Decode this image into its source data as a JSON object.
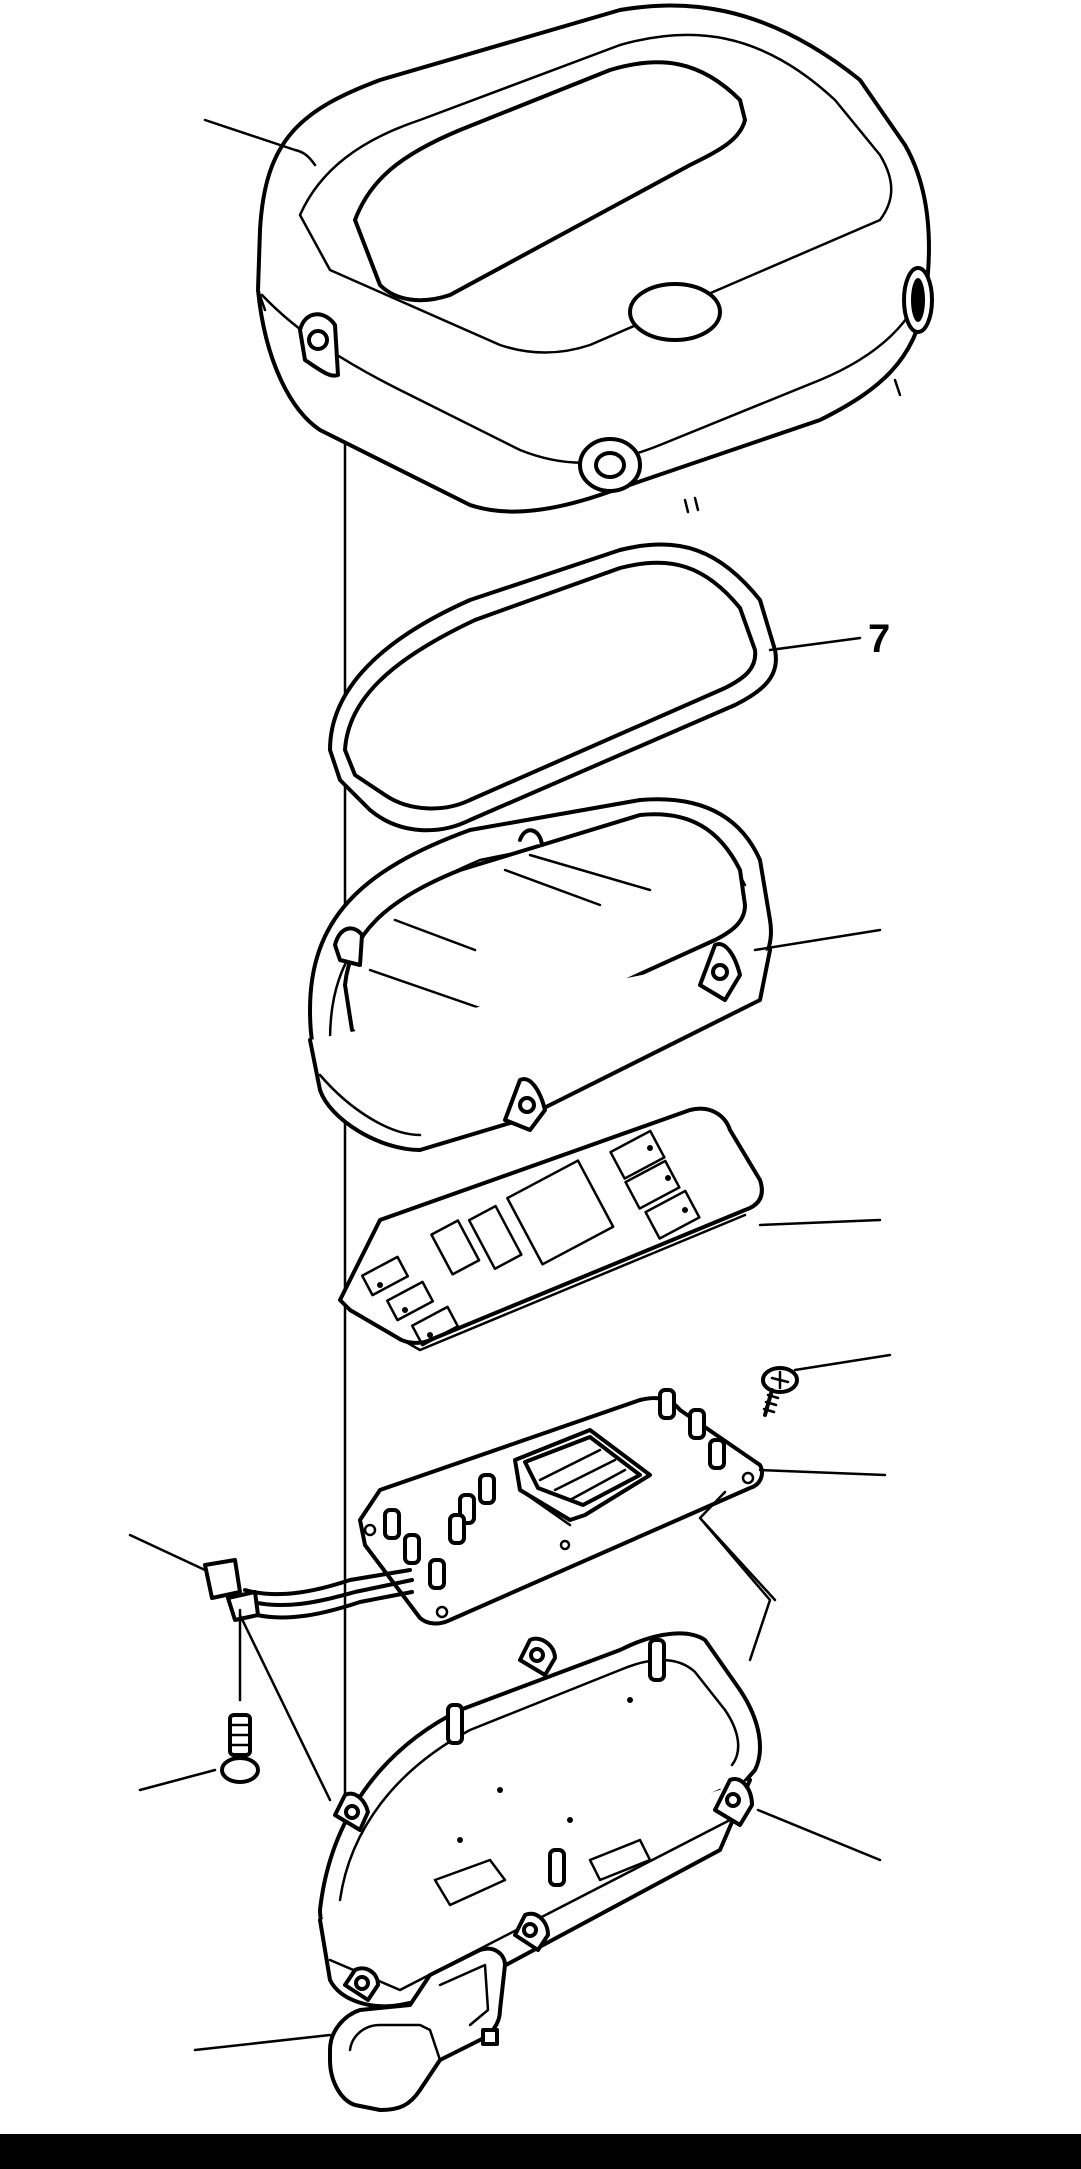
{
  "diagram": {
    "callouts": [
      {
        "id": "upper-cover",
        "label": ""
      },
      {
        "id": "seal-gasket",
        "label": "7"
      },
      {
        "id": "lens-assembly",
        "label": ""
      },
      {
        "id": "meter-panel",
        "label": ""
      },
      {
        "id": "screw",
        "label": ""
      },
      {
        "id": "circuit-board",
        "label": ""
      },
      {
        "id": "harness-connector",
        "label": ""
      },
      {
        "id": "bolt",
        "label": ""
      },
      {
        "id": "lower-case",
        "label": ""
      },
      {
        "id": "bracket-cover",
        "label": ""
      }
    ]
  },
  "colors": {
    "ink": "#000000",
    "paper": "#ffffff"
  }
}
